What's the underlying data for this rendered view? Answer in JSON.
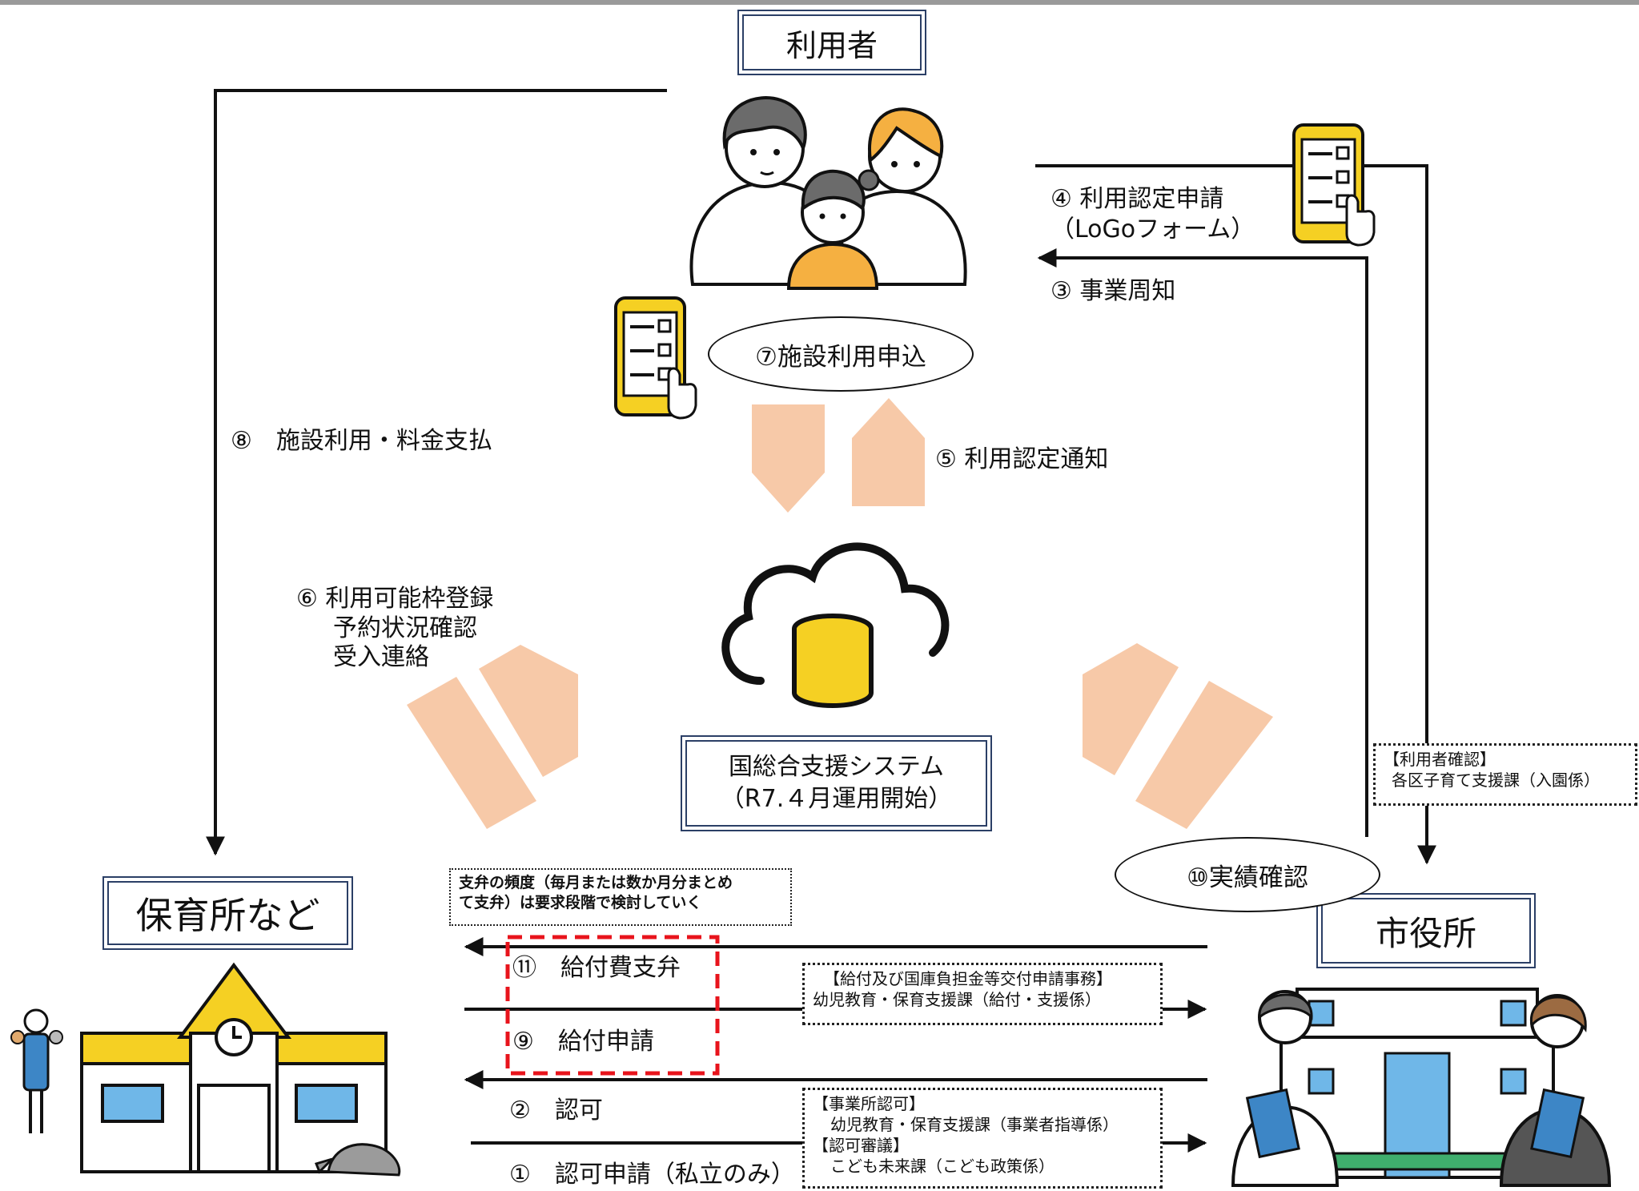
{
  "nodes": {
    "user": "利用者",
    "nursery": "保育所など",
    "city_hall": "市役所",
    "system_line1": "国総合支援システム",
    "system_line2": "（R7.４月運用開始）"
  },
  "steps": {
    "s1": "①　認可申請（私立のみ）",
    "s2": "②　認可",
    "s3": "③ 事業周知",
    "s4_line1": "④ 利用認定申請",
    "s4_line2": "（LoGoフォーム）",
    "s5": "⑤ 利用認定通知",
    "s6_line1": "⑥ 利用可能枠登録",
    "s6_line2": "予約状況確認",
    "s6_line3": "受入連絡",
    "s7": "⑦施設利用申込",
    "s8": "⑧　施設利用・料金支払",
    "s9": "⑨　給付申請",
    "s10": "⑩実績確認",
    "s11": "⑪　給付費支弁"
  },
  "notes": {
    "payment_freq_line1": "支弁の頻度（毎月または数か月分まとめ",
    "payment_freq_line2": "て支弁）は要求段階で検討していく",
    "user_check_line1": "【利用者確認】",
    "user_check_line2": "各区子育て支援課（入園係）",
    "grant_line1": "【給付及び国庫負担金等交付申請事務】",
    "grant_line2": "幼児教育・保育支援課（給付・支援係）",
    "approval_line1": "【事業所認可】",
    "approval_line2": "幼児教育・保育支援課（事業者指導係）",
    "approval_line3": "【認可審議】",
    "approval_line4": "こども未来課（こども政策係）"
  },
  "icons": [
    "family-illustration",
    "smartphone-form-icon",
    "cloud-database-icon",
    "nursery-building-illustration",
    "city-hall-staff-illustration"
  ],
  "colors": {
    "box_border": "#2b3f66",
    "block_arrow": "#f7c9a8",
    "dashed_highlight": "#e8141c",
    "db_yellow": "#f5d023"
  }
}
